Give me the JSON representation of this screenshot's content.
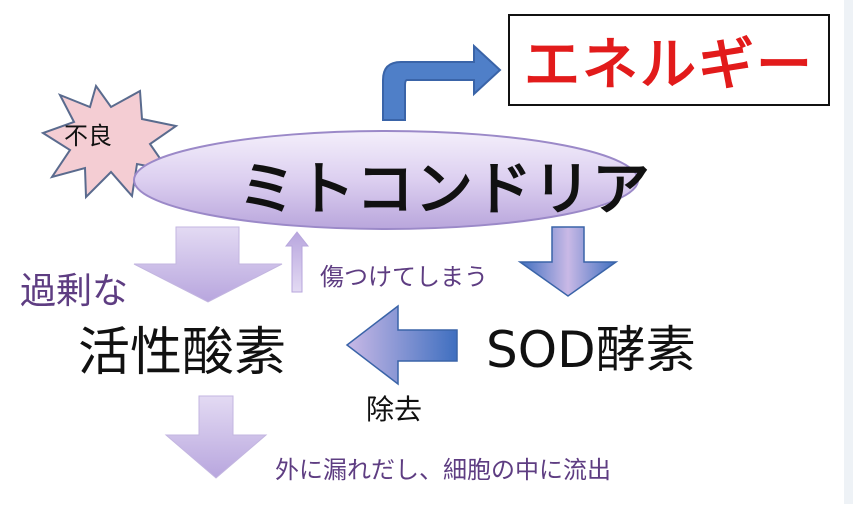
{
  "diagram": {
    "energy_label": "エネルギー",
    "mitochondria_label": "ミトコンドリア",
    "defect_label": "不良",
    "excess_label": "過剰な",
    "ros_label": "活性酸素",
    "sod_label": "SOD酵素",
    "damage_label": "傷つけてしまう",
    "remove_label": "除去",
    "leak_label": "外に漏れだし、細胞の中に流出"
  },
  "colors": {
    "energy_text": "#e21b1b",
    "purple_text": "#5e3d82",
    "blue_arrow": "#4a79c6",
    "lavender_arrow": "#c9b9e6",
    "ellipse_fill": "#dccff0",
    "burst_fill": "#f4cdd3"
  }
}
